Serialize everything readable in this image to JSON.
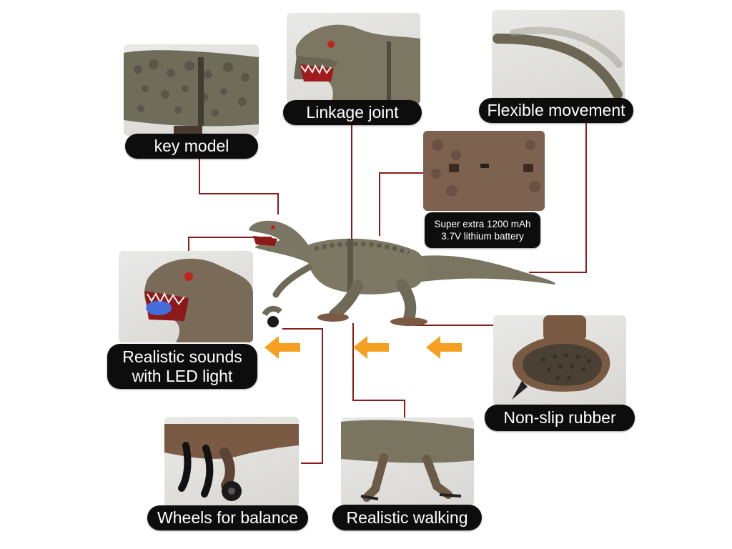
{
  "colors": {
    "connector": "#8b1a1a",
    "label_bg": "#0d0d0d",
    "label_text": "#ffffff",
    "arrow": "#f5a023",
    "dino_body": "#7a7561",
    "dino_scales": "#5f5c4b",
    "dino_brown": "#7b5a44",
    "eye": "#c2221c",
    "led": "#3a7cff"
  },
  "icons": [
    "dinosaur-toy",
    "motion-arrow-left",
    "claw-wheel",
    "rubber-foot-pad",
    "battery-port",
    "tail"
  ],
  "labels": {
    "key_model": "key model",
    "linkage_joint": "Linkage joint",
    "flexible_movement": "Flexible movement",
    "battery": "Super extra 1200 mAh\n3.7V lithium battery",
    "sounds_led": "Realistic sounds\nwith LED light",
    "non_slip": "Non-slip rubber",
    "wheels": "Wheels for balance",
    "walking": "Realistic walking"
  }
}
